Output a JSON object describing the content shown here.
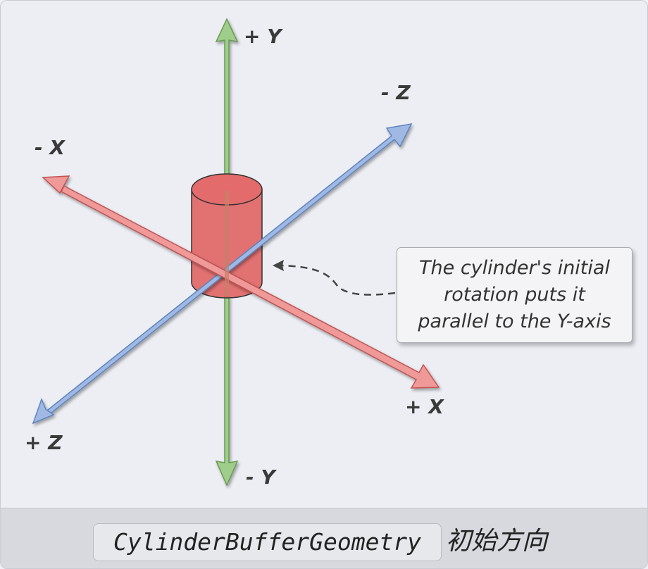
{
  "axes": {
    "plus_y": "+ Y",
    "minus_y": "- Y",
    "plus_x": "+ X",
    "minus_x": "- X",
    "plus_z": "+ Z",
    "minus_z": "- Z"
  },
  "callout": {
    "line1": "The cylinder's initial",
    "line2": "rotation puts it",
    "line3": "parallel to the Y-axis"
  },
  "caption": {
    "code": "CylinderBufferGeometry",
    "text": "初始方向"
  },
  "colors": {
    "x_axis": "#e8706e",
    "y_axis": "#8fc07a",
    "z_axis": "#7fa2d6",
    "cylinder": "#e05a5a"
  }
}
